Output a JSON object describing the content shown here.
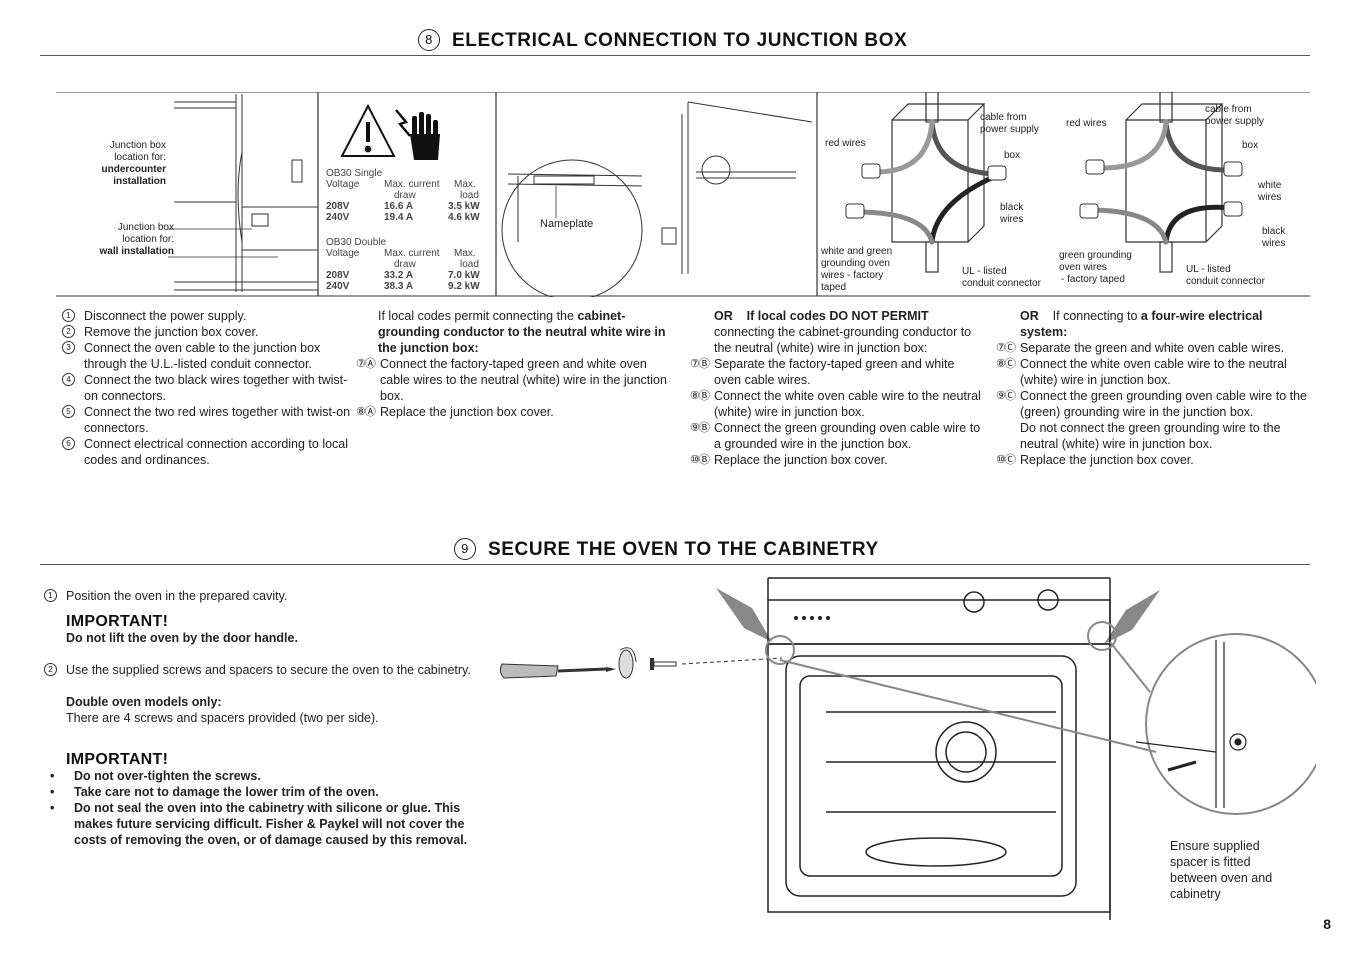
{
  "section8": {
    "num": "8",
    "title": "ELECTRICAL CONNECTION TO JUNCTION BOX",
    "fig": {
      "jb_location_1": "Junction box",
      "jb_location_2": "location for:",
      "jb_under_1": "undercounter",
      "jb_under_2": "installation",
      "jb_wall_1": "Junction box",
      "jb_wall_2": "location for:",
      "jb_wall_3": "wall installation",
      "single_model": "OB30 Single",
      "double_model": "OB30 Double",
      "col_voltage": "Voltage",
      "col_current_1": "Max. current",
      "col_current_2": "draw",
      "col_load_1": "Max.",
      "col_load_2": "load",
      "single_rows": [
        {
          "v": "208V",
          "a": "16.6 A",
          "kw": "3.5 kW"
        },
        {
          "v": "240V",
          "a": "19.4 A",
          "kw": "4.6 kW"
        }
      ],
      "double_rows": [
        {
          "v": "208V",
          "a": "33.2 A",
          "kw": "7.0 kW"
        },
        {
          "v": "240V",
          "a": "38.3 A",
          "kw": "9.2 kW"
        }
      ],
      "nameplate": "Nameplate",
      "w_cable_power_1": "cable from",
      "w_cable_power_2": "power supply",
      "w_red": "red wires",
      "w_box": "box",
      "w_black_1": "black",
      "w_black_2": "wires",
      "w_white_green_1": "white and green",
      "w_white_green_2": "grounding oven",
      "w_white_green_3": "wires - factory",
      "w_white_green_4": "taped",
      "w_ul_1": "UL - listed",
      "w_ul_2": "conduit connector",
      "w2_red": "red wires",
      "w2_cable_1": "cable from",
      "w2_cable_2": "power supply",
      "w2_box": "box",
      "w2_white_1": "white",
      "w2_white_2": "wires",
      "w2_black_1": "black",
      "w2_black_2": "wires",
      "w2_green_1": "green grounding",
      "w2_green_2": "oven wires",
      "w2_green_3": "- factory taped",
      "w2_ul_1": "UL - listed",
      "w2_ul_2": "conduit connector"
    },
    "steps": [
      {
        "n": "1",
        "text": "Disconnect the power supply."
      },
      {
        "n": "2",
        "text": "Remove the junction box cover."
      },
      {
        "n": "3",
        "text": "Connect the oven cable to the junction box through the U.L.-listed conduit connector."
      },
      {
        "n": "4",
        "text": "Connect the two black wires together with twist-on connectors."
      },
      {
        "n": "5",
        "text": "Connect the two red wires together with twist-on connectors."
      },
      {
        "n": "6",
        "text": "Connect electrical connection according to local codes and ordinances."
      }
    ],
    "colA": {
      "intro_1": "If local codes permit connecting the",
      "intro_2": "cabinet-grounding conductor to the neutral white wire in the junction box:",
      "s7_tag": "⑦Ⓐ",
      "s7": "Connect the factory-taped green and white oven cable wires to the neutral (white) wire in the junction box.",
      "s8_tag": "⑧Ⓐ",
      "s8": "Replace the junction box cover."
    },
    "colB": {
      "or": "OR",
      "intro": "If local codes DO NOT PERMIT",
      "intro_2": "connecting the cabinet-grounding conductor to the neutral (white) wire in junction box:",
      "s7_tag": "⑦Ⓑ",
      "s7": "Separate the factory-taped green and white oven cable wires.",
      "s8_tag": "⑧Ⓑ",
      "s8": "Connect the white oven cable wire to the neutral (white) wire in junction box.",
      "s9_tag": "⑨Ⓑ",
      "s9": "Connect the green grounding oven cable wire to a grounded wire in the junction box.",
      "s10_tag": "⑩Ⓑ",
      "s10": "Replace the junction box cover."
    },
    "colC": {
      "or": "OR",
      "intro_1": "If connecting to",
      "intro_2": "a four-wire electrical system:",
      "s7_tag": "⑦Ⓒ",
      "s7": "Separate the green and white oven cable wires.",
      "s8_tag": "⑧Ⓒ",
      "s8": "Connect the white oven cable wire to the neutral (white) wire in junction box.",
      "s9_tag": "⑨Ⓒ",
      "s9": "Connect the green grounding oven cable wire to the (green) grounding wire in the junction box.",
      "s9_note": "Do not connect the green grounding wire to the neutral (white) wire in junction box.",
      "s10_tag": "⑩Ⓒ",
      "s10": "Replace the junction box cover."
    }
  },
  "section9": {
    "num": "9",
    "title": "SECURE THE OVEN TO THE CABINETRY",
    "step1_n": "1",
    "step1": "Position the oven in the prepared cavity.",
    "important_1": "IMPORTANT!",
    "important_1_text": "Do not lift the oven by the door handle.",
    "step2_n": "2",
    "step2": "Use the supplied screws and spacers to secure the oven to the cabinetry.",
    "double_title": "Double oven models only:",
    "double_text": "There are 4 screws and spacers provided (two per side).",
    "important_2": "IMPORTANT!",
    "bullets": [
      "Do not over-tighten the screws.",
      "Take care not to damage the lower trim of the oven.",
      "Do not seal the oven into the cabinetry with silicone or glue. This makes future servicing difficult. Fisher & Paykel will not cover the costs of removing the oven, or of damage caused by this removal."
    ],
    "spacer_note_1": "Ensure supplied",
    "spacer_note_2": "spacer is fitted",
    "spacer_note_3": "between oven and",
    "spacer_note_4": "cabinetry"
  },
  "page_number": "8"
}
